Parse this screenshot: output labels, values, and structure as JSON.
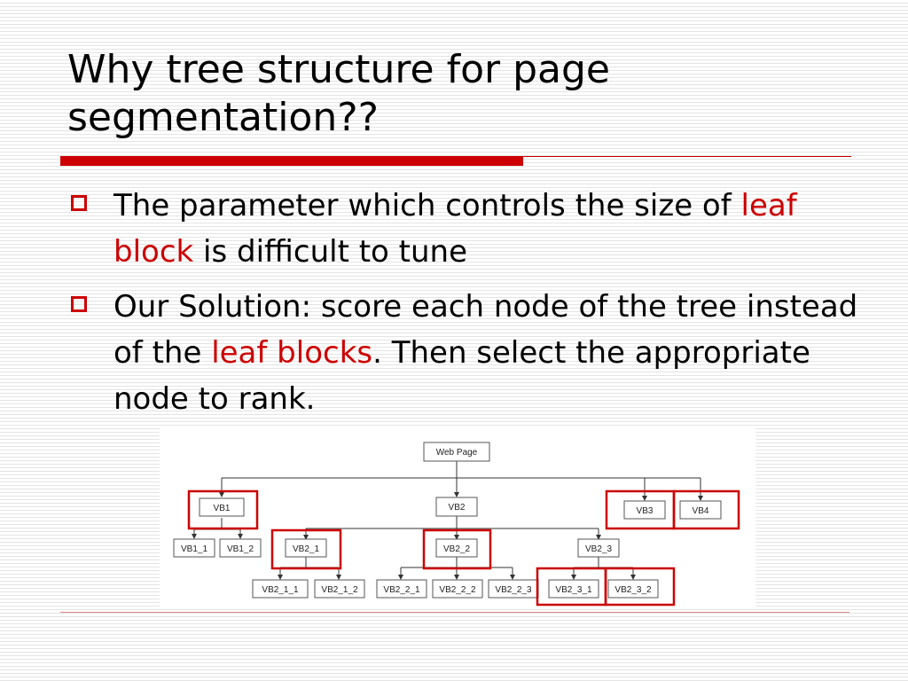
{
  "slide": {
    "title_line1": "Why tree structure for page",
    "title_line2": "segmentation??",
    "accent_color": "#cc0000"
  },
  "bullets": [
    {
      "parts": [
        "The parameter which controls the size of ",
        "leaf block",
        " is difficult to tune"
      ]
    },
    {
      "parts": [
        "Our Solution: score each node of the tree instead of the ",
        "leaf blocks",
        ". Then select the appropriate node to rank."
      ]
    }
  ],
  "diagram": {
    "nodes": {
      "root": "Web Page",
      "vb1": "VB1",
      "vb2": "VB2",
      "vb3": "VB3",
      "vb4": "VB4",
      "vb1_1": "VB1_1",
      "vb1_2": "VB1_2",
      "vb2_1": "VB2_1",
      "vb2_2": "VB2_2",
      "vb2_3": "VB2_3",
      "vb2_1_1": "VB2_1_1",
      "vb2_1_2": "VB2_1_2",
      "vb2_2_1": "VB2_2_1",
      "vb2_2_2": "VB2_2_2",
      "vb2_2_3": "VB2_2_3",
      "vb2_3_1": "VB2_3_1",
      "vb2_3_2": "VB2_3_2"
    },
    "selected_nodes": [
      "VB1",
      "VB2_1",
      "VB2_2",
      "VB3",
      "VB4",
      "VB2_3_1",
      "VB2_3_2"
    ]
  }
}
